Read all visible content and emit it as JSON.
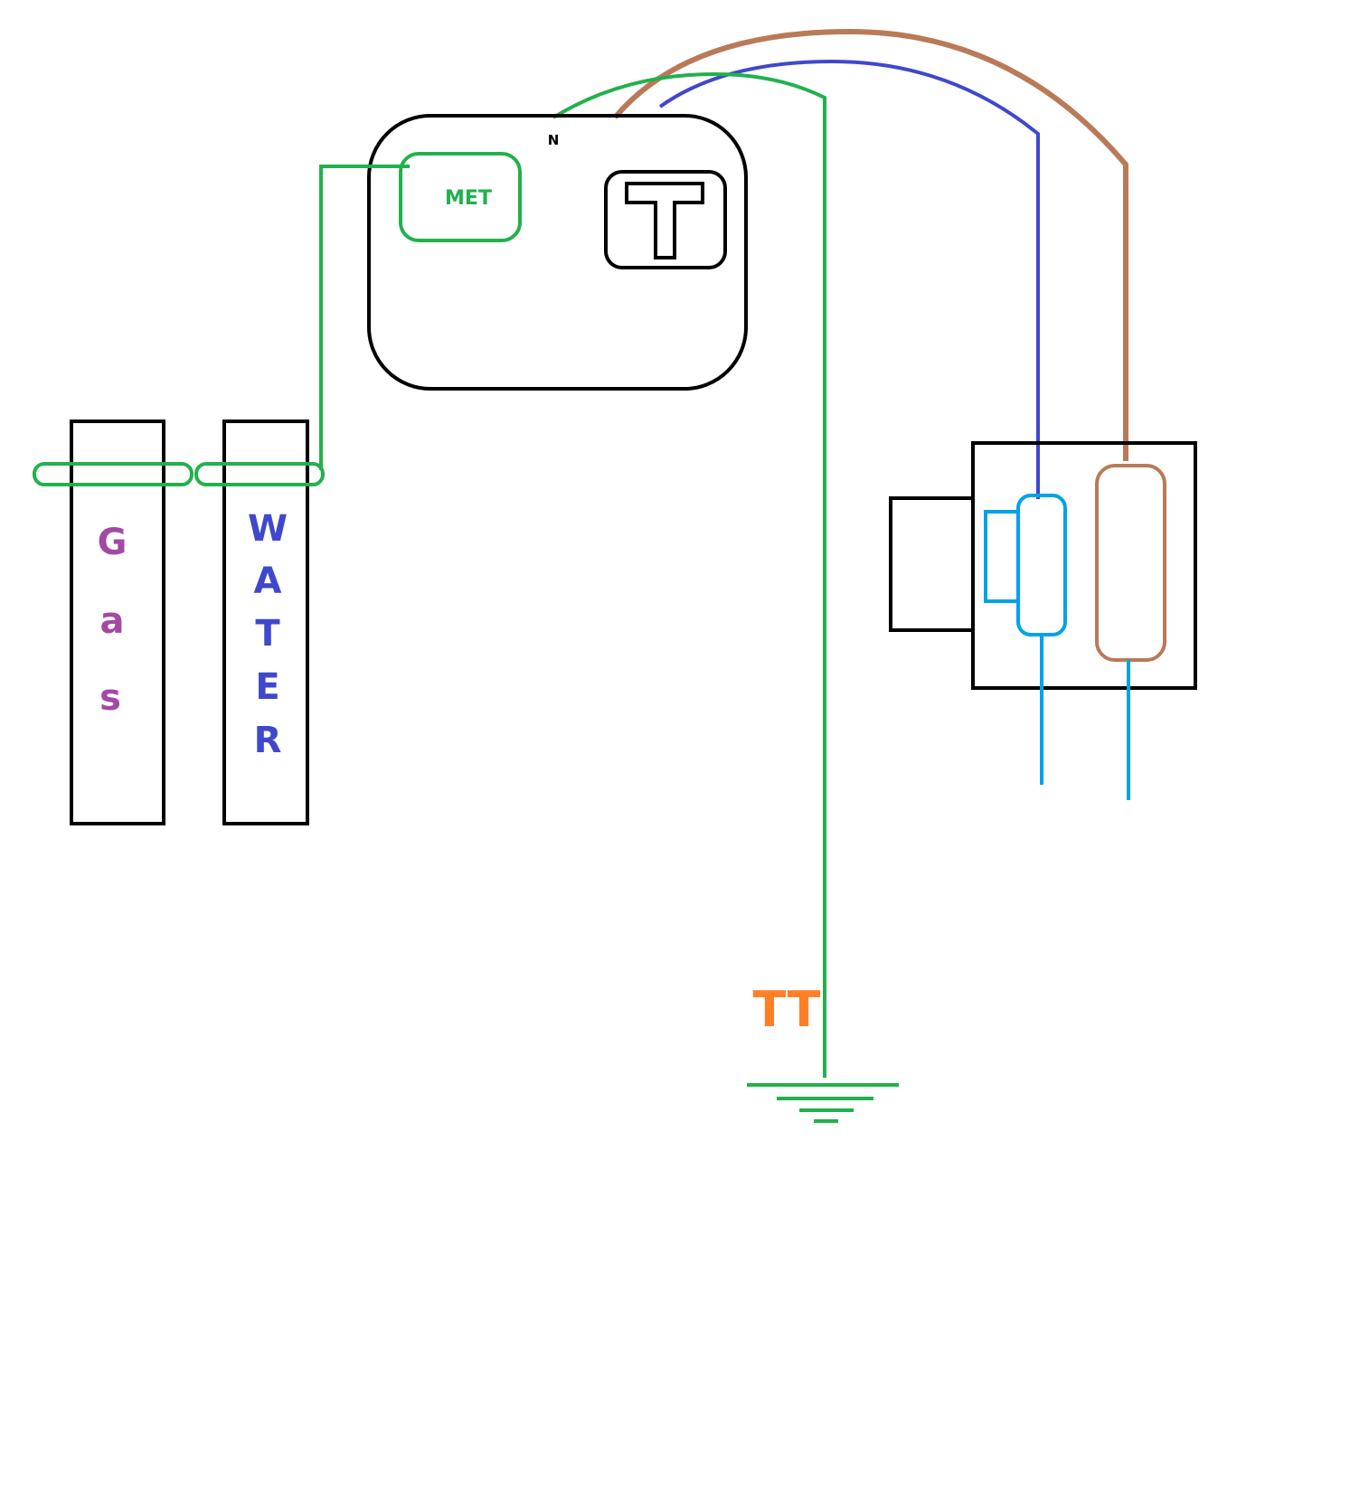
{
  "labels": {
    "neutral": "N",
    "met": "MET",
    "tariff": "T",
    "gas": [
      "G",
      "a",
      "s"
    ],
    "water": [
      "W",
      "A",
      "T",
      "E",
      "R"
    ],
    "earth_system": "TT"
  },
  "colors": {
    "earth": "#22b14c",
    "neutral": "#3f48cc",
    "live": "#b97a57",
    "tails": "#00a2e8",
    "outline": "#000000",
    "gas_text": "#a349a4",
    "water_text": "#3f48cc",
    "tt_text": "#ff7f27"
  }
}
